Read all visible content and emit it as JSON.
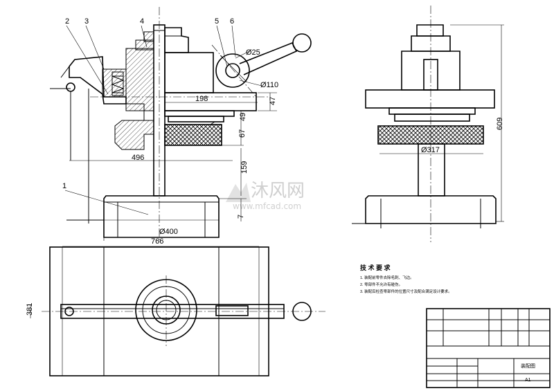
{
  "leaders": [
    "1",
    "2",
    "3",
    "4",
    "5",
    "6"
  ],
  "dims": {
    "d25": "Ø25",
    "d110": "Ø110",
    "l198": "198",
    "l47": "47",
    "l49": "49",
    "l67": "67",
    "l496": "496",
    "l159": "159",
    "l7": "7",
    "d400": "Ø400",
    "l766": "766",
    "l381": "381",
    "l609": "609",
    "d317": "Ø317"
  },
  "tech": {
    "title": "技 术 要 求",
    "items": [
      "1. 装配前零件去除毛刺、飞边。",
      "2. 零部件不允许有碰伤。",
      "3. 装配后检查零部件的位置尺寸及配合满足设计要求。"
    ]
  },
  "titleblock": {
    "drawing_name": "装配图",
    "scale": "A1"
  },
  "watermark": {
    "cn": "沐风网",
    "url": "www.mfcad.com"
  }
}
